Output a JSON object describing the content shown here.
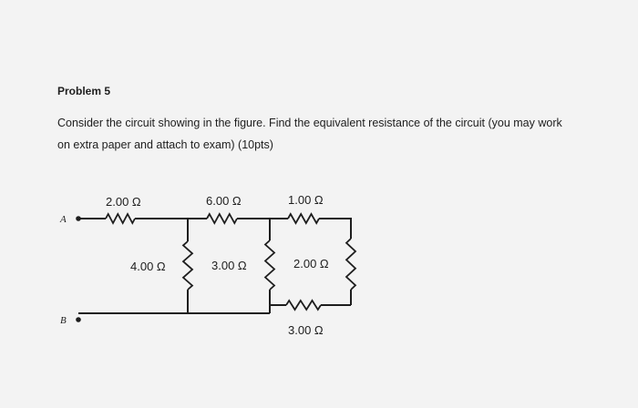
{
  "problem": {
    "title": "Problem 5",
    "line1": "Consider the circuit showing in the figure.  Find the equivalent resistance of the circuit (you may work",
    "line2": "on extra paper and attach to exam) (10pts)"
  },
  "circuit": {
    "nodes": {
      "a": "A",
      "b": "B"
    },
    "resistors": {
      "r_top_left": "2.00 Ω",
      "r_top_mid": "6.00 Ω",
      "r_top_right": "1.00 Ω",
      "r_vert_1": "4.00 Ω",
      "r_vert_2": "3.00 Ω",
      "r_vert_3": "2.00 Ω",
      "r_bottom": "3.00 Ω"
    }
  }
}
